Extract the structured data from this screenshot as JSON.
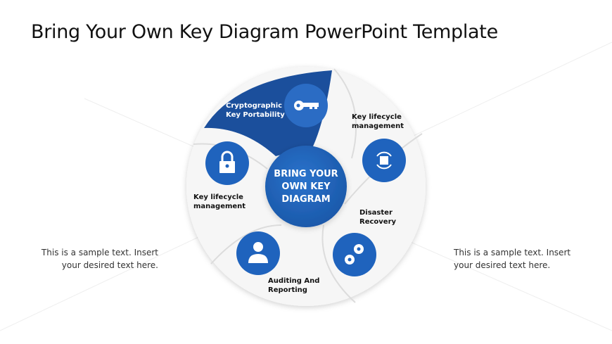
{
  "title": "Bring Your Own Key Diagram PowerPoint Template",
  "center": {
    "line1": "BRING YOUR",
    "line2": "OWN KEY",
    "line3": "DIAGRAM"
  },
  "segments": [
    {
      "label1": "Cryptographic",
      "label2": "Key Portability",
      "icon": "key-icon"
    },
    {
      "label1": "Key lifecycle",
      "label2": "management",
      "icon": "refresh-box-icon"
    },
    {
      "label1": "Disaster",
      "label2": "Recovery",
      "icon": "gears-icon"
    },
    {
      "label1": "Auditing And",
      "label2": "Reporting",
      "icon": "user-icon"
    },
    {
      "label1": "Key lifecycle",
      "label2": "management",
      "icon": "lock-icon"
    }
  ],
  "left_note": {
    "line1": "This is a sample text. Insert",
    "line2": "your desired text here."
  },
  "right_note": {
    "line1": "This is a sample text. Insert",
    "line2": "your desired text here."
  },
  "colors": {
    "dark_blue": "#1b4f9c",
    "blue": "#2066c0",
    "accent": "#2a73cc"
  }
}
